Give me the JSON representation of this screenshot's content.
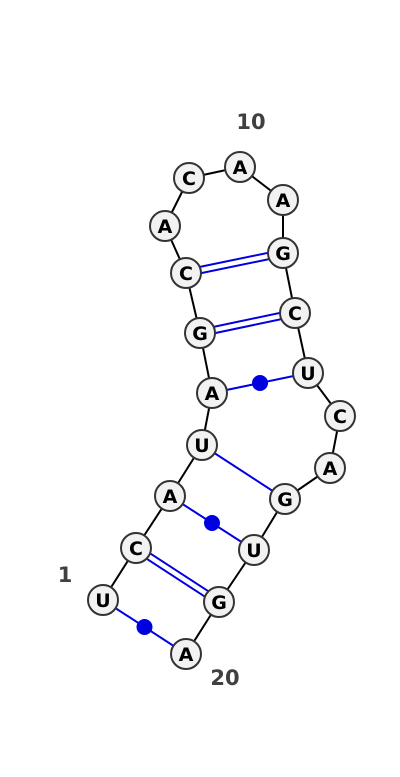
{
  "diagram": {
    "type": "rna-secondary-structure",
    "sequence": [
      "U",
      "C",
      "A",
      "U",
      "A",
      "G",
      "C",
      "A",
      "C",
      "A",
      "A",
      "G",
      "C",
      "U",
      "C",
      "A",
      "G",
      "U",
      "G",
      "A"
    ],
    "pairs": [
      {
        "i": 1,
        "j": 20,
        "kind": "wobble"
      },
      {
        "i": 2,
        "j": 19,
        "kind": "canonical"
      },
      {
        "i": 3,
        "j": 18,
        "kind": "wobble"
      },
      {
        "i": 4,
        "j": 17,
        "kind": "single"
      },
      {
        "i": 5,
        "j": 14,
        "kind": "wobble"
      },
      {
        "i": 6,
        "j": 13,
        "kind": "canonical"
      },
      {
        "i": 7,
        "j": 12,
        "kind": "canonical"
      }
    ],
    "position_labels": [
      {
        "index": 1,
        "text": "1"
      },
      {
        "index": 10,
        "text": "10"
      },
      {
        "index": 20,
        "text": "20"
      }
    ],
    "colors": {
      "backbone": "#000000",
      "pair": "#0000e0",
      "nucleotide_fill": "#f2f2f2",
      "nucleotide_stroke": "#333333",
      "label": "#404040"
    }
  }
}
